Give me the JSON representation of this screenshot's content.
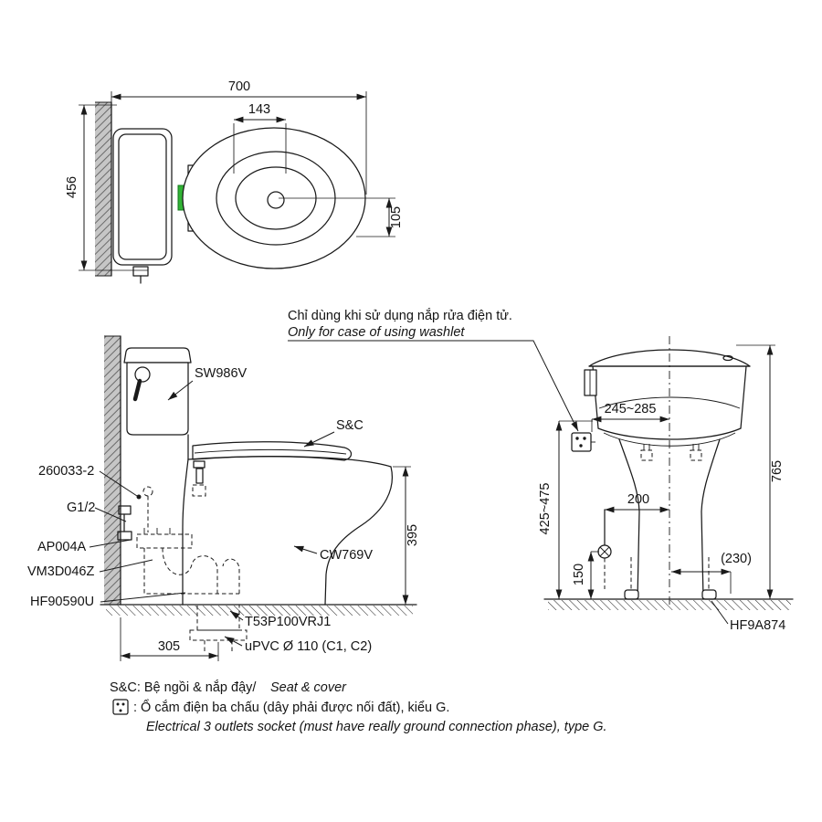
{
  "colors": {
    "line": "#1a1a1a",
    "accent_green": "#31b335",
    "wall_gray": "#c6c6c6"
  },
  "top_view": {
    "d700": "700",
    "d143": "143",
    "d456": "456",
    "d105": "105"
  },
  "side_view": {
    "labels": {
      "sw986v": "SW986V",
      "sc": "S&C",
      "p260033": "260033-2",
      "g12": "G1/2",
      "ap004a": "AP004A",
      "vm3d046z": "VM3D046Z",
      "hf90590u": "HF90590U",
      "cw769v": "CW769V",
      "t53": "T53P100VRJ1",
      "upvc": "uPVC Ø 110 (C1, C2)"
    },
    "dims": {
      "d395": "395",
      "d305": "305"
    }
  },
  "rear_view": {
    "dims": {
      "d245_285": "245~285",
      "d765": "765",
      "d425_475": "425~475",
      "d200": "200",
      "d150": "150",
      "d230": "(230)"
    },
    "labels": {
      "hf9a874": "HF9A874"
    }
  },
  "washlet_note": {
    "vi": "Chỉ dùng khi sử dụng nắp rửa điện tử.",
    "en": "Only for case of using washlet"
  },
  "footer": {
    "sc_vi": "S&C: Bệ ngồi & nắp đậy/",
    "sc_en": "Seat & cover",
    "socket_vi": ": Ổ cắm điện ba chấu (dây phải được nối đất), kiểu G.",
    "socket_en": "Electrical 3 outlets socket (must have really ground connection phase), type G."
  }
}
